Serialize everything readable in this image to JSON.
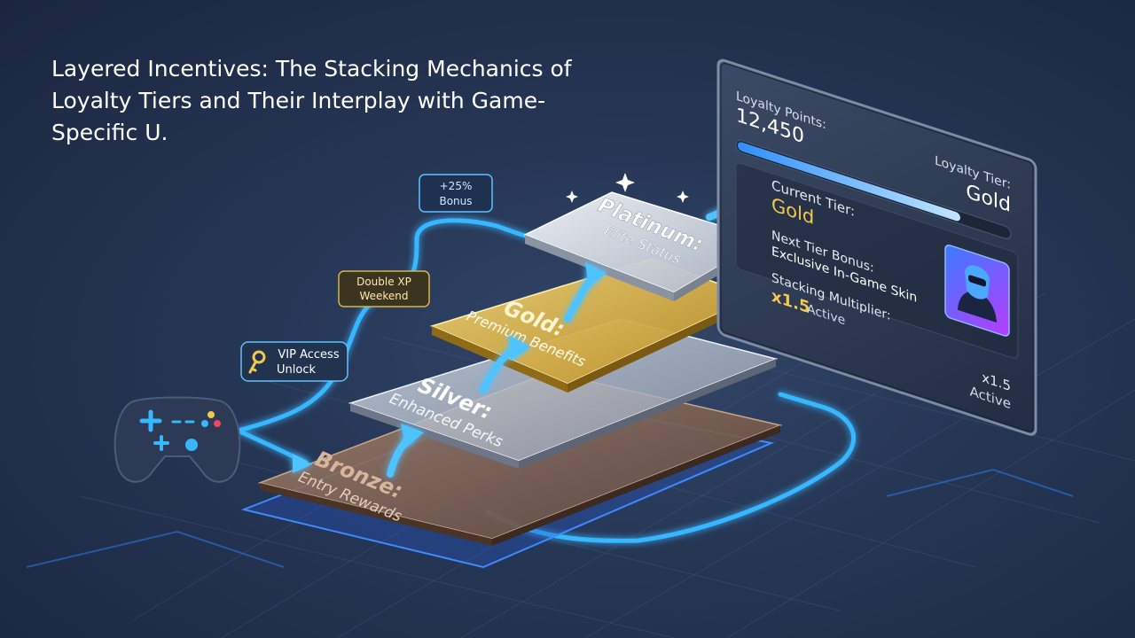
{
  "title": "Layered Incentives: The Stacking Mechanics of Loyalty Tiers and Their Interplay with Game-Specific U.",
  "tiers": [
    {
      "name": "Bronze:",
      "subtitle": "Entry Rewards"
    },
    {
      "name": "Silver:",
      "subtitle": "Enhanced Perks"
    },
    {
      "name": "Gold:",
      "subtitle": "Premium Benefits"
    },
    {
      "name": "Platinum:",
      "subtitle": "Elite Status"
    }
  ],
  "badges": {
    "vip": {
      "line1": "VIP Access",
      "line2": "Unlock"
    },
    "double_xp": {
      "line1": "Double XP",
      "line2": "Weekend"
    },
    "bonus": {
      "line1": "+25%",
      "line2": "Bonus"
    }
  },
  "panel": {
    "points_label": "Loyalty Points:",
    "points_value": "12,450",
    "points_progress": 0.82,
    "tier_label": "Loyalty Tier:",
    "tier_value": "Gold",
    "current_tier_label": "Current Tier:",
    "current_tier_value": "Gold",
    "next_bonus_label": "Next Tier Bonus:",
    "next_bonus_value": "Exclusive In-Game Skin",
    "multiplier_label": "Stacking Multiplier:",
    "multiplier_value": "x1.5",
    "multiplier_status": "Active",
    "footer_value": "x1.5",
    "footer_status": "Active"
  },
  "colors": {
    "bronze": "#8a6a55",
    "silver": "#b9c2d0",
    "gold": "#d9b347",
    "platinum": "#dfe3ea",
    "flow": "#38b6ff",
    "accent_gold": "#f2c94c"
  },
  "icons": [
    "gamepad-icon",
    "key-icon",
    "avatar-skin-icon"
  ]
}
